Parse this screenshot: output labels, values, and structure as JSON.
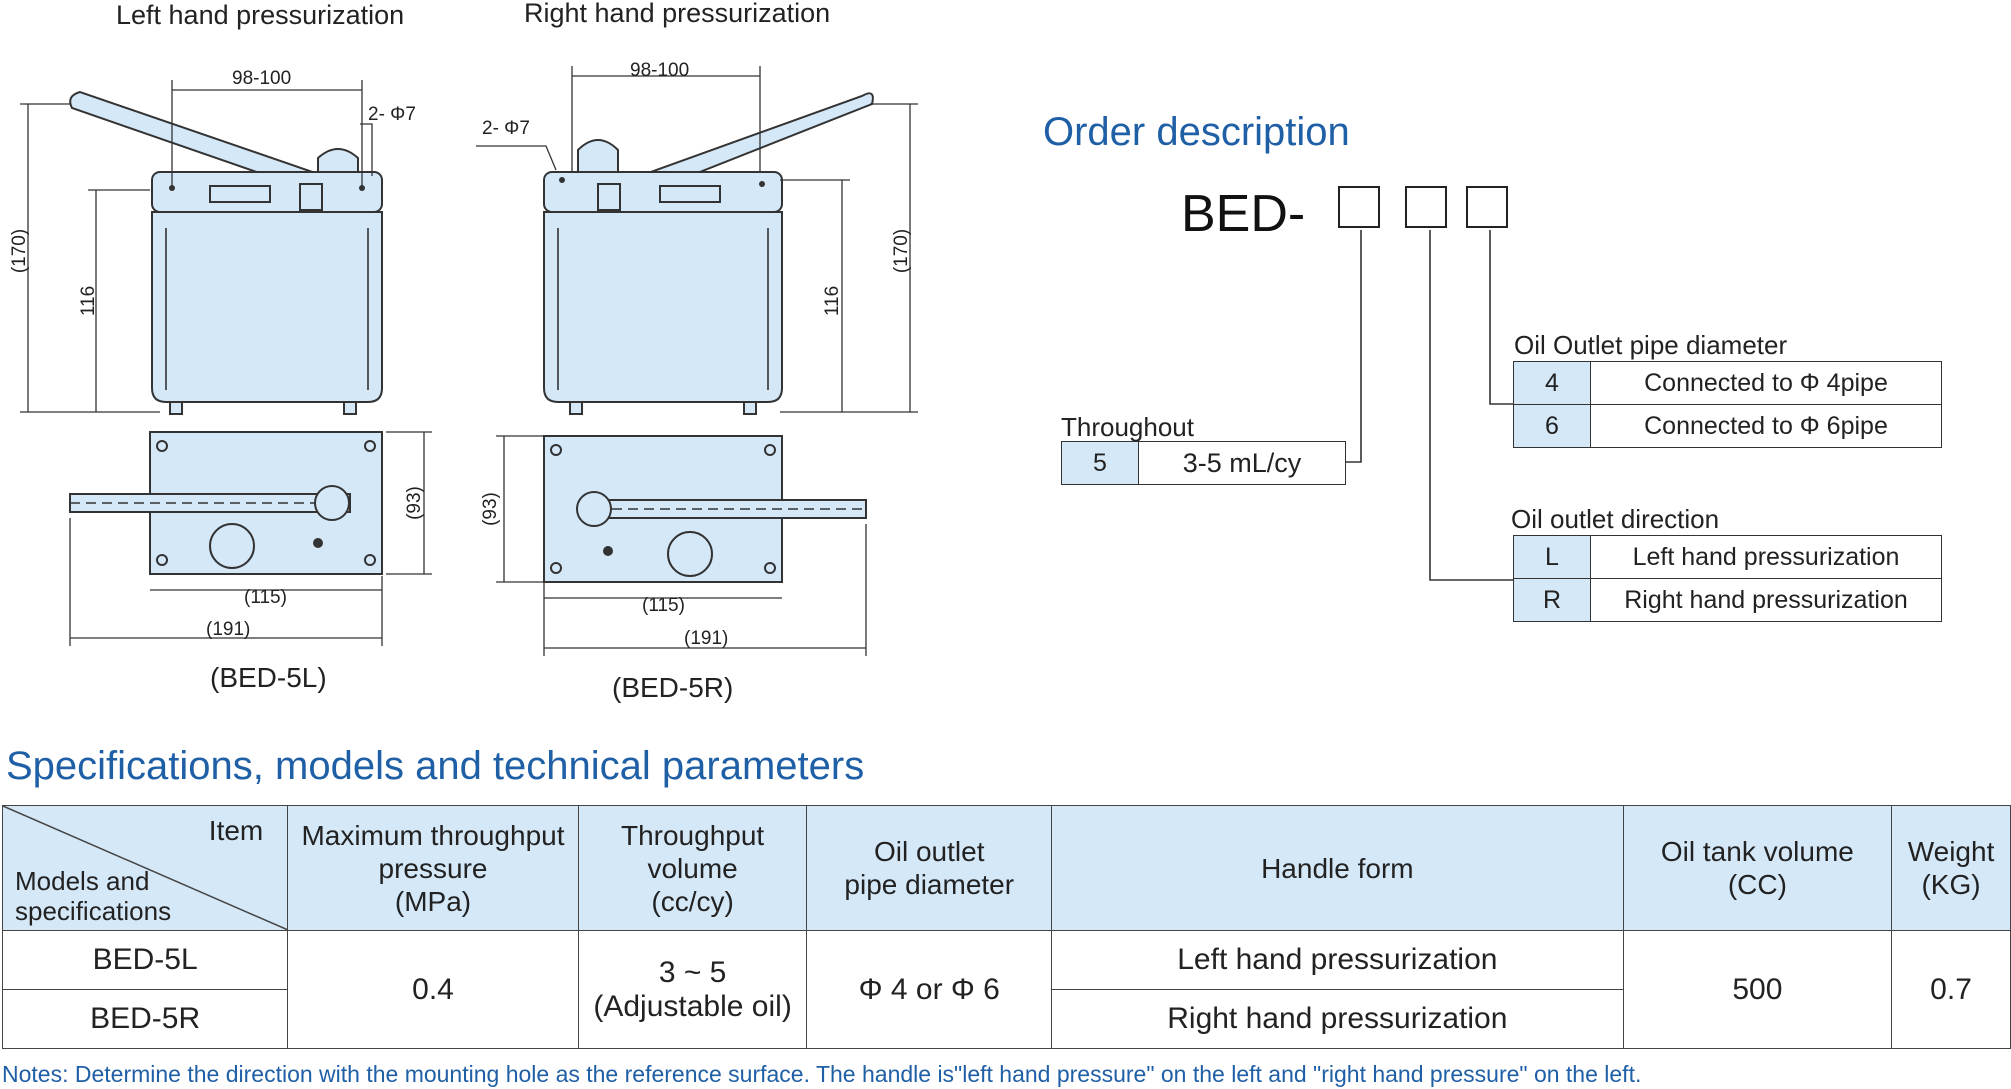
{
  "drawings": {
    "left_title": "Left hand pressurization",
    "right_title": "Right hand pressurization",
    "left_model": "(BED-5L)",
    "right_model": "(BED-5R)",
    "dim_98_100": "98-100",
    "dim_hole": "2- Φ7",
    "dim_170": "(170)",
    "dim_116": "116",
    "dim_93": "(93)",
    "dim_115": "(115)",
    "dim_191": "(191)"
  },
  "order": {
    "heading": "Order description",
    "code_prefix": "BED-",
    "throughout_label": "Throughout",
    "throughout_rows": [
      {
        "code": "5",
        "desc": "3-5 mL/cy"
      }
    ],
    "pipe_label": "Oil Outlet pipe diameter",
    "pipe_rows": [
      {
        "code": "4",
        "desc": "Connected to Φ 4pipe"
      },
      {
        "code": "6",
        "desc": "Connected to Φ 6pipe"
      }
    ],
    "direction_label": "Oil outlet direction",
    "direction_rows": [
      {
        "code": "L",
        "desc": "Left hand pressurization"
      },
      {
        "code": "R",
        "desc": "Right hand pressurization"
      }
    ]
  },
  "spec": {
    "heading": "Specifications, models and technical parameters",
    "corner_item": "Item",
    "corner_models_1": "Models and",
    "corner_models_2": "specifications",
    "col_pressure_1": "Maximum throughput",
    "col_pressure_2": "pressure",
    "col_pressure_3": "(MPa)",
    "col_volume_1": "Throughput",
    "col_volume_2": "volume",
    "col_volume_3": "(cc/cy)",
    "col_pipe_1": "Oil outlet",
    "col_pipe_2": "pipe diameter",
    "col_handle": "Handle form",
    "col_tank_1": "Oil tank volume",
    "col_tank_2": "(CC)",
    "col_weight_1": "Weight",
    "col_weight_2": "(KG)",
    "model_l": "BED-5L",
    "model_r": "BED-5R",
    "pressure": "0.4",
    "volume_1": "3 ~ 5",
    "volume_2": "(Adjustable oil)",
    "pipe": "Φ 4 or Φ 6",
    "handle_l": "Left hand pressurization",
    "handle_r": "Right hand pressurization",
    "tank": "500",
    "weight": "0.7"
  },
  "notes": "Notes: Determine the direction with the mounting hole as the reference surface.  The handle is\"left hand pressure\" on the left and \"right hand pressure\" on the left."
}
